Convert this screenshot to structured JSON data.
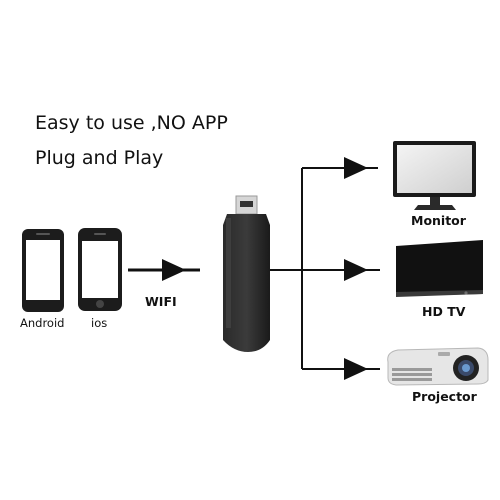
{
  "headline": {
    "line1": "Easy to use ,NO APP",
    "line2": "Plug and Play"
  },
  "sources": [
    {
      "label": "Android",
      "icon": "android-phone-icon"
    },
    {
      "label": "ios",
      "icon": "iphone-icon"
    }
  ],
  "connection": {
    "label": "WIFI",
    "icon": "arrow-right-icon"
  },
  "device": {
    "icon": "hdmi-dongle-icon"
  },
  "outputs": [
    {
      "label": "Monitor",
      "icon": "monitor-icon"
    },
    {
      "label": "HD TV",
      "icon": "tv-icon"
    },
    {
      "label": "Projector",
      "icon": "projector-icon"
    }
  ]
}
